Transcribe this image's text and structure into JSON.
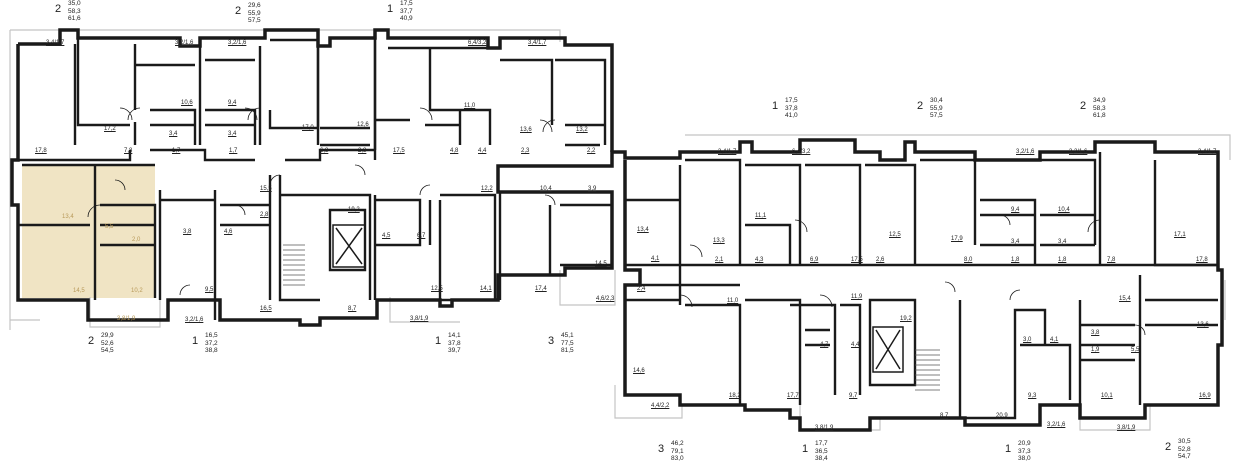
{
  "colors": {
    "wall": "#1a1a1a",
    "highlight_fill": "#f0e4c4",
    "balcony": "#bdbdbd"
  },
  "apartments": [
    {
      "rooms": "2",
      "values": [
        "35,0",
        "58,3",
        "61,6"
      ]
    },
    {
      "rooms": "2",
      "values": [
        "29,6",
        "55,9",
        "57,5"
      ]
    },
    {
      "rooms": "1",
      "values": [
        "17,5",
        "37,7",
        "40,9"
      ]
    },
    {
      "rooms": "1",
      "values": [
        "17,5",
        "37,8",
        "41,0"
      ]
    },
    {
      "rooms": "2",
      "values": [
        "30,4",
        "55,9",
        "57,5"
      ]
    },
    {
      "rooms": "2",
      "values": [
        "34,9",
        "58,3",
        "61,8"
      ]
    },
    {
      "rooms": "2",
      "values": [
        "29,9",
        "52,6",
        "54,5"
      ]
    },
    {
      "rooms": "1",
      "values": [
        "16,5",
        "37,2",
        "38,8"
      ]
    },
    {
      "rooms": "1",
      "values": [
        "14,1",
        "37,8",
        "39,7"
      ]
    },
    {
      "rooms": "3",
      "values": [
        "45,1",
        "77,5",
        "81,5"
      ]
    },
    {
      "rooms": "3",
      "values": [
        "46,2",
        "79,1",
        "83,0"
      ]
    },
    {
      "rooms": "1",
      "values": [
        "17,7",
        "36,5",
        "38,4"
      ]
    },
    {
      "rooms": "1",
      "values": [
        "20,9",
        "37,3",
        "38,0"
      ]
    },
    {
      "rooms": "2",
      "values": [
        "30,5",
        "52,8",
        "54,7"
      ]
    }
  ],
  "room_areas": [
    "3,4/1,7",
    "3,2/1,6",
    "3,2/1,6",
    "6,4/3,2",
    "3,4/1,7",
    "10,6",
    "9,4",
    "11,0",
    "12,6",
    "13,6",
    "13,2",
    "3,4",
    "3,4",
    "17,2",
    "17,0",
    "17,8",
    "7,8",
    "1,7",
    "1,7",
    "6,8",
    "2,8",
    "17,5",
    "4,8",
    "4,4",
    "2,3",
    "2,2",
    "15,5",
    "10,4",
    "3,9",
    "12,2",
    "19,2",
    "2,8",
    "3,8",
    "4,6",
    "4,5",
    "6,7",
    "13,4",
    "5,5",
    "2,0",
    "14,5",
    "10,2",
    "3,8/1,9",
    "9,5",
    "3,2/1,6",
    "16,5",
    "8,7",
    "12,5",
    "14,1",
    "3,8/1,9",
    "17,4",
    "14,5",
    "4,6/2,3",
    "3,4/1,7",
    "6,4/3,2",
    "3,2/1,6",
    "3,2/1,6",
    "3,4/1,7",
    "13,4",
    "13,3",
    "4,1",
    "2,1",
    "11,1",
    "4,3",
    "6,9",
    "17,5",
    "12,5",
    "2,6",
    "17,9",
    "9,4",
    "3,4",
    "1,8",
    "8,0",
    "10,4",
    "3,4",
    "1,8",
    "7,8",
    "17,1",
    "17,8",
    "2,4",
    "11,0",
    "11,9",
    "15,4",
    "19,2",
    "13,6",
    "3,8",
    "1,9",
    "5,5",
    "3,0",
    "4,1",
    "4,7",
    "4,4",
    "14,6",
    "18,2",
    "17,7",
    "9,7",
    "4,4/2,2",
    "3,8/1,9",
    "8,7",
    "20,9",
    "9,3",
    "3,2/1,6",
    "3,8/1,9",
    "10,1",
    "16,9"
  ]
}
